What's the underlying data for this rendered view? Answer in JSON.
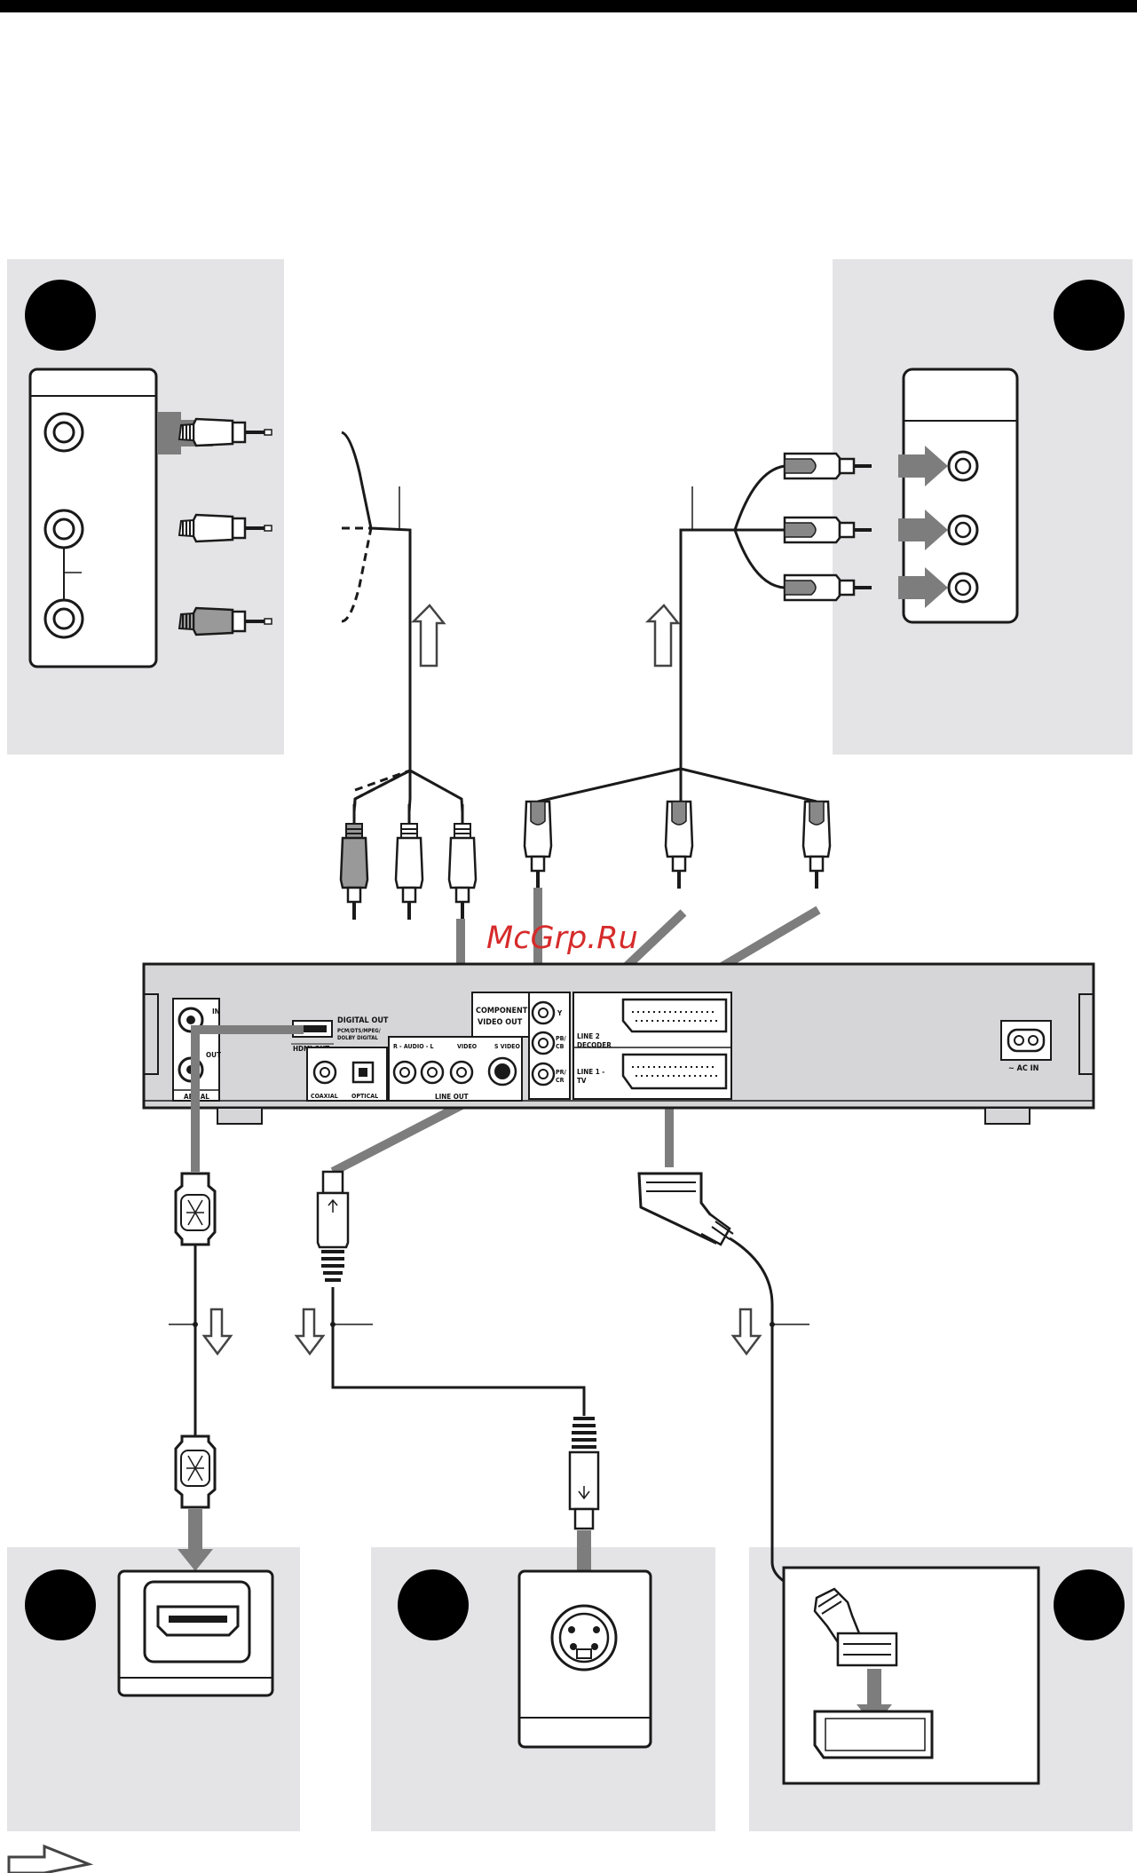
{
  "watermark": "McGrp.Ru",
  "recorder": {
    "aerial_in": "IN",
    "aerial_out": "OUT",
    "aerial": "AERIAL",
    "hdmi_out": "HDMI OUT",
    "digital_out_title": "DIGITAL OUT",
    "digital_out_sub1": "PCM/DTS/MPEG/",
    "digital_out_sub2": "DOLBY DIGITAL",
    "coaxial": "COAXIAL",
    "optical": "OPTICAL",
    "r_audio_l": "R - AUDIO - L",
    "video": "VIDEO",
    "s_video": "S VIDEO",
    "line_out": "LINE OUT",
    "component_1": "COMPONENT",
    "component_2": "VIDEO OUT",
    "y": "Y",
    "pb": "PB/",
    "cb": "CB",
    "pr": "PR/",
    "cr": "CR",
    "line2_1": "LINE 2",
    "line2_2": "DECODER",
    "line1_1": "LINE 1 -",
    "line1_2": "TV",
    "ac_in": "~ AC IN"
  },
  "icons": [
    "panel-marker-circle",
    "signal-flow-arrow",
    "rca-plug",
    "hdmi-plug",
    "s-video-plug",
    "scart-plug"
  ],
  "colors": {
    "panel": "#e4e4e6",
    "signal": "#7d7d7d",
    "watermark": "#d62b2b",
    "cable": "#1a1a1a"
  }
}
